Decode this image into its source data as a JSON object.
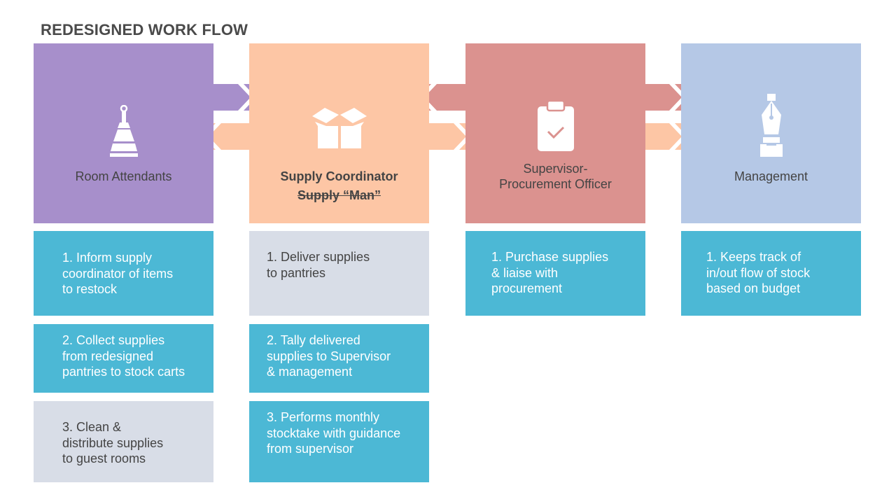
{
  "title": "REDESIGNED WORK FLOW",
  "colors": {
    "room_attendants": "#a78fcb",
    "supply_coordinator": "#fdc6a5",
    "supervisor": "#db928f",
    "management": "#b5c8e6",
    "card_blue": "#4cb8d5",
    "card_grey": "#d8dde7"
  },
  "roles": [
    {
      "icon": "broom-icon",
      "lines": [
        "Room Attendants"
      ]
    },
    {
      "icon": "box-icon",
      "lines": [
        "Supply Coordinator",
        "Supply “Man”"
      ]
    },
    {
      "icon": "clipboard-icon",
      "lines": [
        "Supervisor-",
        "Procurement Officer"
      ]
    },
    {
      "icon": "pen-nib-icon",
      "lines": [
        "Management"
      ]
    }
  ],
  "tasks": {
    "room_attendants": [
      "1. Inform supply\ncoordinator of items\nto restock",
      "2. Collect supplies\nfrom redesigned\npantries to stock carts",
      "3. Clean &\ndistribute supplies\nto guest rooms"
    ],
    "supply_coordinator": [
      "1. Deliver supplies\nto pantries",
      "2. Tally delivered\nsupplies to Supervisor\n& management",
      "3. Performs monthly\nstocktake with guidance\nfrom supervisor"
    ],
    "supervisor": [
      "1. Purchase supplies\n& liaise with\nprocurement"
    ],
    "management": [
      "1. Keeps track of\nin/out flow of stock\nbased on budget"
    ]
  }
}
